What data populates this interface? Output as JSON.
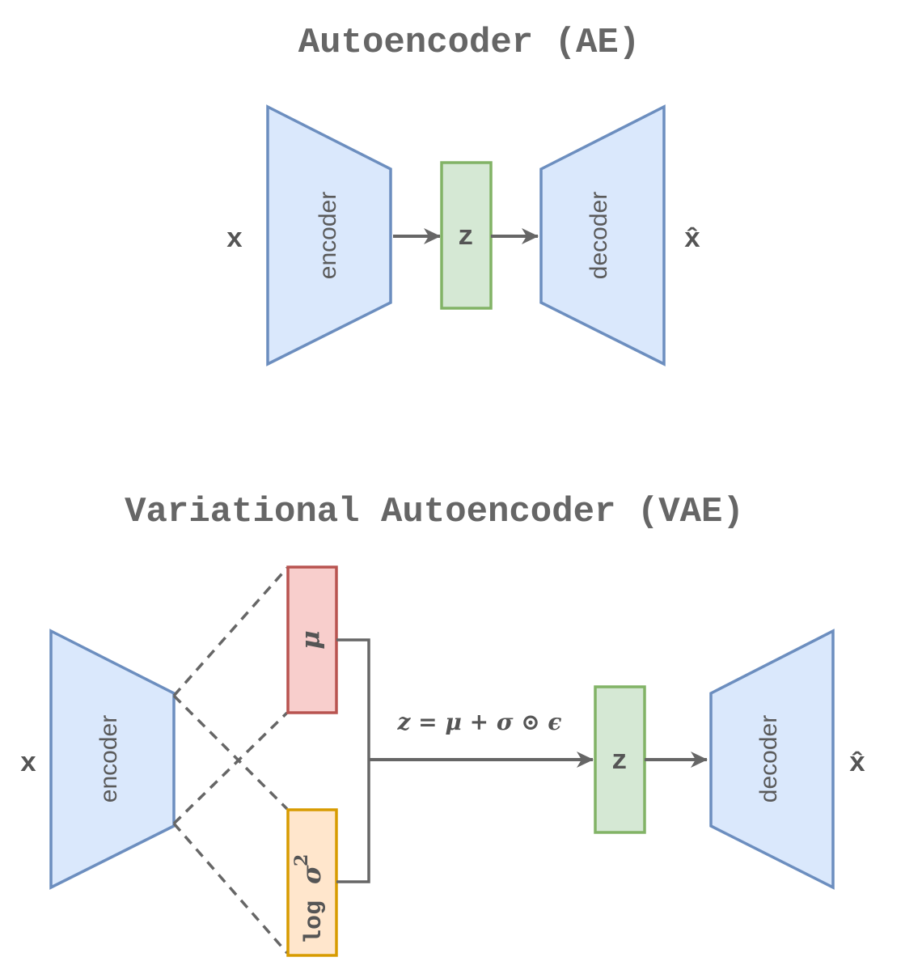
{
  "ae": {
    "title": "Autoencoder (AE)",
    "input_label": "x",
    "encoder_label": "encoder",
    "latent_label": "z",
    "decoder_label": "decoder",
    "output_label": "x̂"
  },
  "vae": {
    "title": "Variational Autoencoder (VAE)",
    "input_label": "x",
    "encoder_label": "encoder",
    "mu_label": "μ",
    "logvar_log_label": "log",
    "logvar_sigma_label": "σ",
    "logvar_exponent": "2",
    "reparam_formula": "z = μ + σ ⊙ ϵ",
    "latent_label": "z",
    "decoder_label": "decoder",
    "output_label": "x̂"
  },
  "colors": {
    "block_fill": "#dae8fc",
    "block_stroke": "#6c8ebf",
    "latent_fill": "#d5e8d4",
    "latent_stroke": "#82b366",
    "mu_fill": "#f8cecc",
    "mu_stroke": "#b85450",
    "logvar_fill": "#ffe6cc",
    "logvar_stroke": "#d79b00",
    "line": "#666666",
    "text": "#666666"
  }
}
